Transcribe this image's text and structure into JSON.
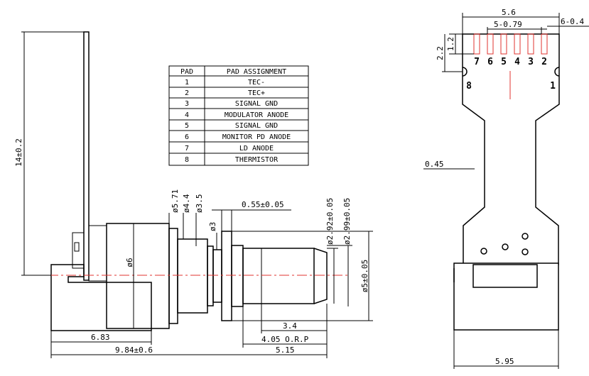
{
  "table": {
    "header_pad": "PAD",
    "header_assign": "PAD ASSIGNMENT",
    "rows": [
      {
        "pad": "1",
        "assignment": "TEC-"
      },
      {
        "pad": "2",
        "assignment": "TEC+"
      },
      {
        "pad": "3",
        "assignment": "SIGNAL GND"
      },
      {
        "pad": "4",
        "assignment": "MODULATOR ANODE"
      },
      {
        "pad": "5",
        "assignment": "SIGNAL GND"
      },
      {
        "pad": "6",
        "assignment": "MONITOR PD ANODE"
      },
      {
        "pad": "7",
        "assignment": "LD ANODE"
      },
      {
        "pad": "8",
        "assignment": "THERMISTOR"
      }
    ]
  },
  "side_view": {
    "height": "14±0.2",
    "dia_571": "ø5.71",
    "dia_44": "ø4.4",
    "dia_35": "ø3.5",
    "dia_3": "ø3",
    "dia_6": "ø6",
    "flange": "0.55±0.05",
    "dia_292": "ø2.92±0.05",
    "dia_299": "ø2.99±0.05",
    "dia_5": "ø5±0.05",
    "len_34": "3.4",
    "orp": "4.05 O.R.P",
    "len_683": "6.83",
    "len_984": "9.84±0.6",
    "len_515": "5.15"
  },
  "flex_view": {
    "width_top": "5.6",
    "pitch": "5-0.79",
    "pad_width": "6-0.4",
    "pad_len": "1.2",
    "pad_span": "2.2",
    "trace": "0.45",
    "width_bottom": "5.95",
    "pad_labels": [
      "7",
      "6",
      "5",
      "4",
      "3",
      "2"
    ],
    "pad_left": "8",
    "pad_right": "1"
  }
}
